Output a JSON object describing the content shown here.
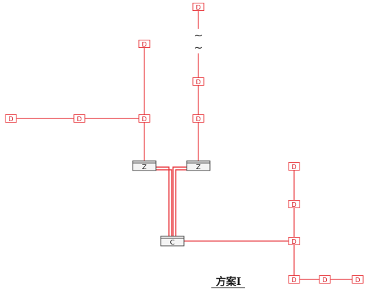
{
  "diagram": {
    "caption": "方案Ⅰ",
    "break_symbol": "~",
    "colors": {
      "line": "#e8343a",
      "node_border": "#e8343a",
      "node_text": "#d8202a",
      "hub_border": "#444444",
      "hub_fill": "#f4f4f4",
      "caption": "#1a1a1a"
    },
    "nodes": [
      {
        "id": "d-left-1",
        "label": "D",
        "kind": "D"
      },
      {
        "id": "d-left-2",
        "label": "D",
        "kind": "D"
      },
      {
        "id": "d-junction-left",
        "label": "D",
        "kind": "D"
      },
      {
        "id": "d-top-left",
        "label": "D",
        "kind": "D"
      },
      {
        "id": "d-top-right",
        "label": "D",
        "kind": "D"
      },
      {
        "id": "d-mid-right-1",
        "label": "D",
        "kind": "D"
      },
      {
        "id": "d-mid-right-2",
        "label": "D",
        "kind": "D"
      },
      {
        "id": "z-left",
        "label": "Z",
        "kind": "hub"
      },
      {
        "id": "z-right",
        "label": "Z",
        "kind": "hub"
      },
      {
        "id": "c-center",
        "label": "C",
        "kind": "hub"
      },
      {
        "id": "d-branch-1",
        "label": "D",
        "kind": "D"
      },
      {
        "id": "d-branch-2",
        "label": "D",
        "kind": "D"
      },
      {
        "id": "d-branch-3",
        "label": "D",
        "kind": "D"
      },
      {
        "id": "d-branch-4",
        "label": "D",
        "kind": "D"
      },
      {
        "id": "d-branch-5",
        "label": "D",
        "kind": "D"
      },
      {
        "id": "d-branch-6",
        "label": "D",
        "kind": "D"
      }
    ],
    "edges": [
      {
        "from": "d-left-1",
        "to": "d-left-2"
      },
      {
        "from": "d-left-2",
        "to": "d-junction-left"
      },
      {
        "from": "d-top-left",
        "to": "d-junction-left"
      },
      {
        "from": "d-junction-left",
        "to": "z-left"
      },
      {
        "from": "d-top-right",
        "to": "d-mid-right-1",
        "broken": true
      },
      {
        "from": "d-mid-right-1",
        "to": "d-mid-right-2"
      },
      {
        "from": "d-mid-right-2",
        "to": "z-right"
      },
      {
        "from": "z-left",
        "to": "c-center",
        "double": true
      },
      {
        "from": "z-right",
        "to": "c-center",
        "double": true
      },
      {
        "from": "c-center",
        "to": "d-branch-3"
      },
      {
        "from": "d-branch-1",
        "to": "d-branch-2"
      },
      {
        "from": "d-branch-2",
        "to": "d-branch-3"
      },
      {
        "from": "d-branch-3",
        "to": "d-branch-4"
      },
      {
        "from": "d-branch-4",
        "to": "d-branch-5"
      },
      {
        "from": "d-branch-5",
        "to": "d-branch-6"
      }
    ]
  }
}
